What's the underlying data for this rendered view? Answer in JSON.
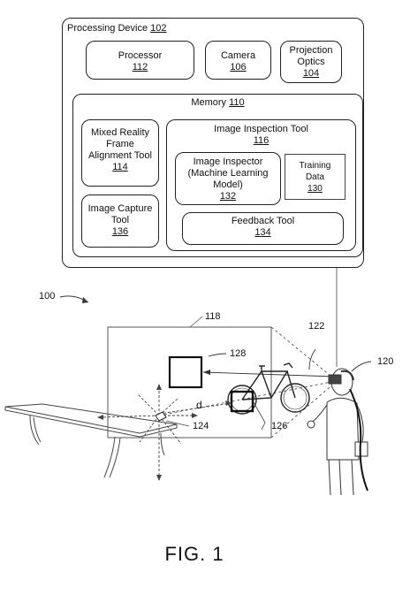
{
  "processing_device": {
    "label": "Processing Device",
    "ref": "102"
  },
  "processor": {
    "label": "Processor",
    "ref": "112"
  },
  "camera": {
    "label": "Camera",
    "ref": "106"
  },
  "projection_optics": {
    "label_line1": "Projection",
    "label_line2": "Optics",
    "ref": "104"
  },
  "memory": {
    "label": "Memory",
    "ref": "110"
  },
  "mr_alignment_tool": {
    "line1": "Mixed Reality",
    "line2": "Frame",
    "line3": "Alignment Tool",
    "ref": "114"
  },
  "image_capture_tool": {
    "line1": "Image Capture",
    "line2": "Tool",
    "ref": "136"
  },
  "image_inspection_tool": {
    "label": "Image Inspection Tool",
    "ref": "116"
  },
  "image_inspector": {
    "line1": "Image Inspector",
    "line2": "(Machine Learning",
    "line3": "Model)",
    "ref": "132"
  },
  "training_data": {
    "line1": "Training",
    "line2": "Data",
    "ref": "130"
  },
  "feedback_tool": {
    "label": "Feedback Tool",
    "ref": "134"
  },
  "scene_labels": {
    "system": "100",
    "frame": "118",
    "user": "120",
    "object_view": "122",
    "feedback_marker": "128",
    "anchor": "124",
    "overlay": "126",
    "distance": "d"
  },
  "figure_caption": "FIG. 1"
}
